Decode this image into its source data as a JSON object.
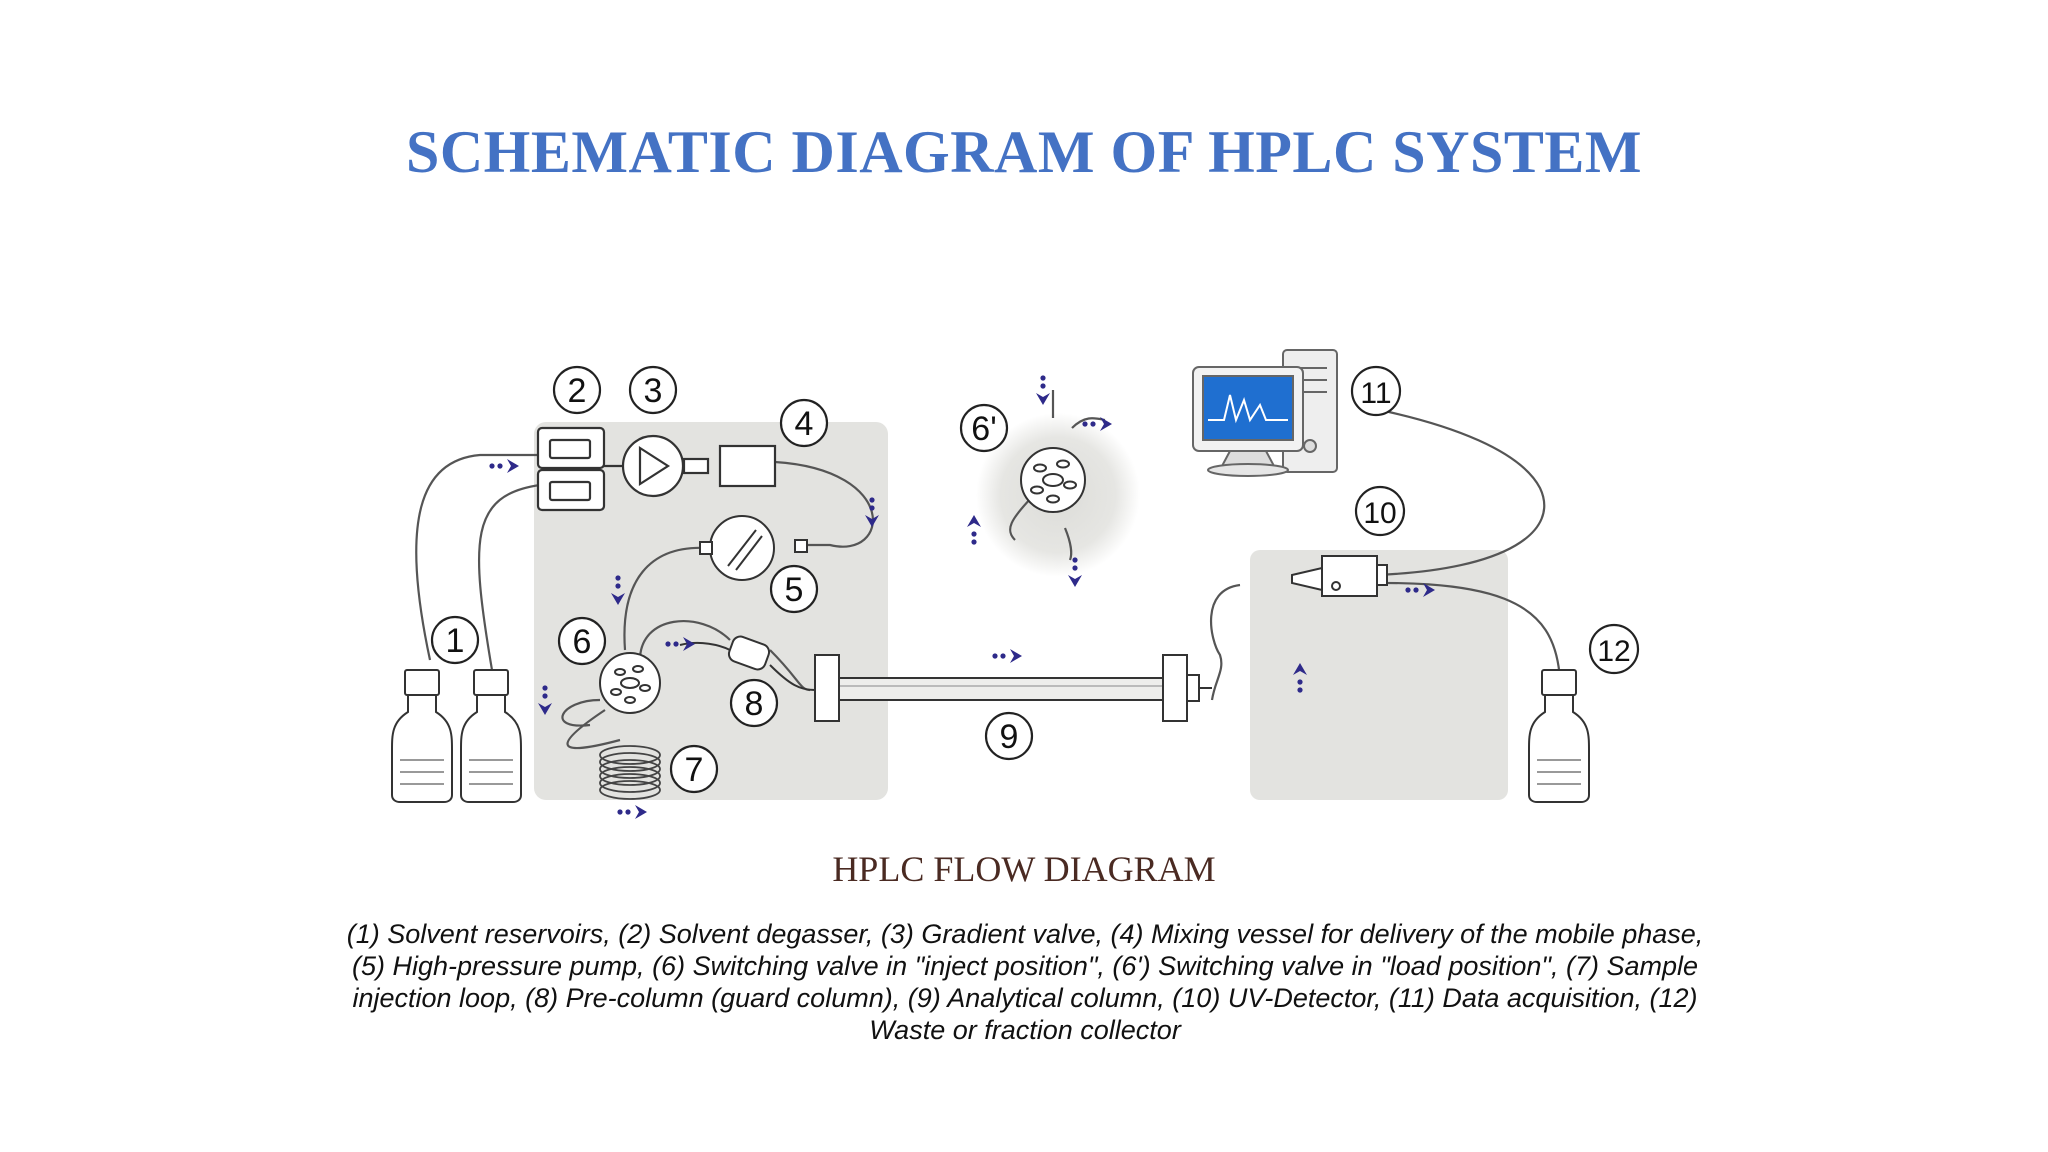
{
  "title": "SCHEMATIC DIAGRAM OF HPLC SYSTEM",
  "caption": "HPLC FLOW DIAGRAM",
  "legend_text": "(1) Solvent reservoirs, (2) Solvent degasser, (3) Gradient valve, (4) Mixing vessel for delivery of the mobile phase, (5) High-pressure pump, (6) Switching valve in \"inject position\", (6') Switching valve in \"load position\", (7) Sample injection loop, (8) Pre-column (guard column), (9) Analytical column, (10) UV-Detector, (11) Data acquisition, (12) Waste or fraction collector",
  "numbers": {
    "n1": "1",
    "n2": "2",
    "n3": "3",
    "n4": "4",
    "n5": "5",
    "n6": "6",
    "n6p": "6'",
    "n7": "7",
    "n8": "8",
    "n9": "9",
    "n10": "10",
    "n11": "11",
    "n12": "12"
  },
  "colors": {
    "title": "#4472c4",
    "caption": "#4a2a22",
    "panel": "#e3e3e0",
    "arrow": "#2e2a8a",
    "screen": "#1f6fd0"
  },
  "icons": [
    "flow-arrow-icon",
    "bottle-icon",
    "computer-icon"
  ]
}
